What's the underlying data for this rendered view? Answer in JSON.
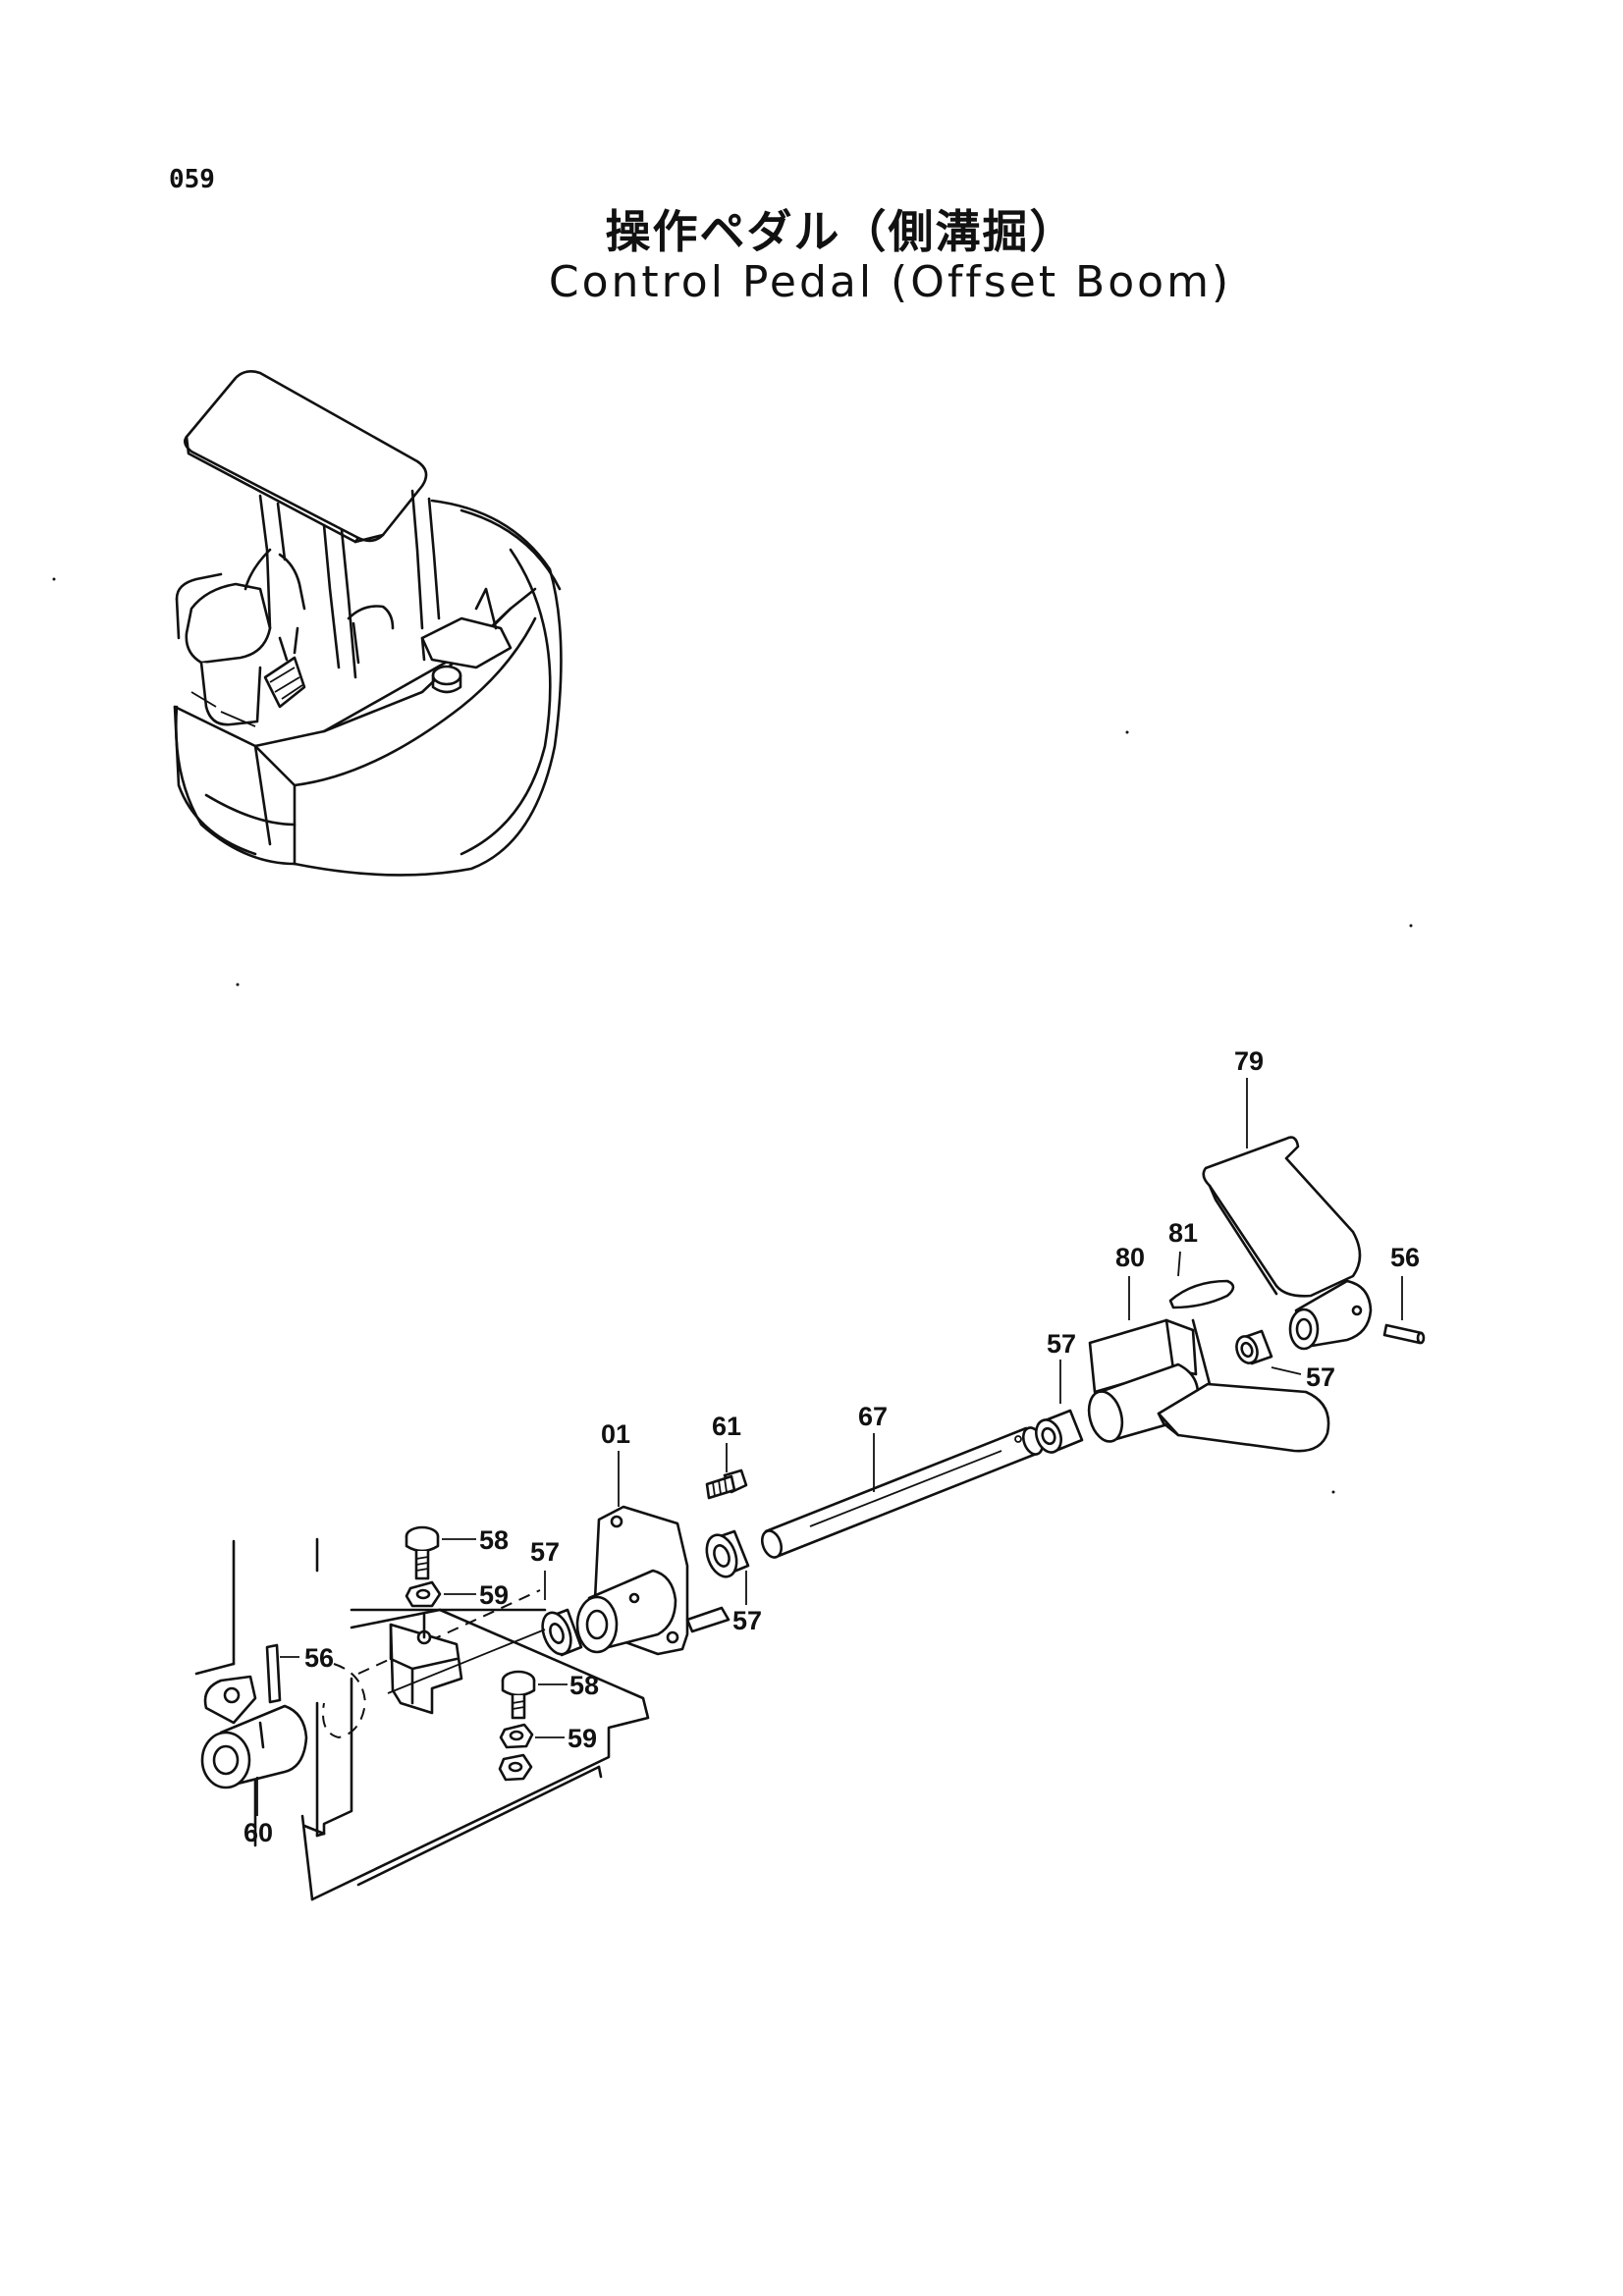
{
  "page_number": "059",
  "title_jp": "操作ペダル（側溝掘）",
  "title_en": "Control Pedal (Offset Boom)",
  "callouts": {
    "p79": "79",
    "p81": "81",
    "p80": "80",
    "p56_top": "56",
    "p57_upper_left": "57",
    "p57_upper_right": "57",
    "p61": "61",
    "p67": "67",
    "p01": "01",
    "p58_top": "58",
    "p59_top": "59",
    "p57_mid_left": "57",
    "p57_mid_right": "57",
    "p56_left": "56",
    "p58_bottom": "58",
    "p59_bottom": "59",
    "p60": "60"
  }
}
